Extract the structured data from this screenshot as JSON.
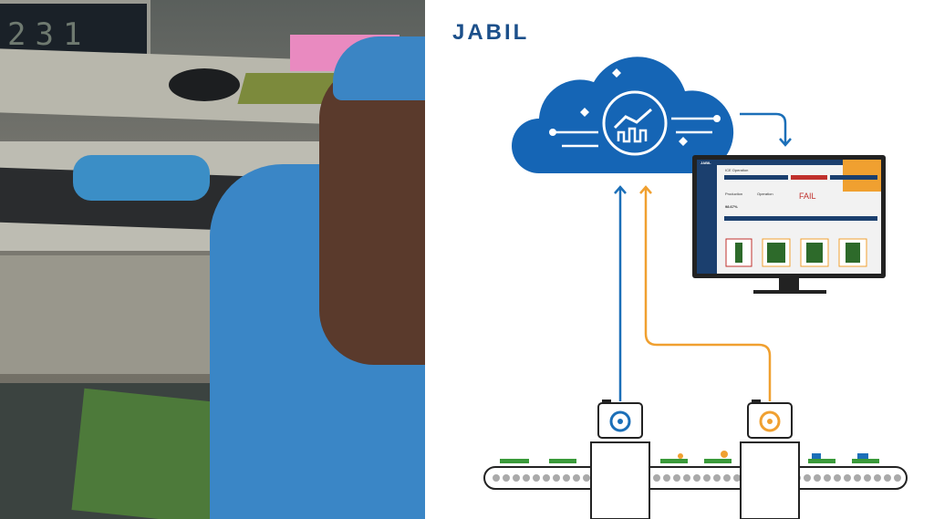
{
  "photo": {
    "counter_display": "231"
  },
  "diagram": {
    "logo": "JABIL",
    "monitor": {
      "brand": "JABIL",
      "page_title": "ICE Operation",
      "production_label": "Production",
      "operation_label": "Operation",
      "yield_value": "98.67%",
      "result": "FAIL"
    },
    "colors": {
      "blue": "#1b6fb8",
      "orange": "#f0a030",
      "cloud": "#1565b5",
      "fail": "#c0302c"
    }
  }
}
